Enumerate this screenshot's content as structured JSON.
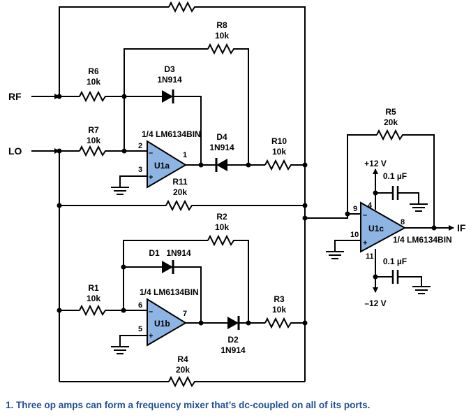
{
  "ports": {
    "rf": "RF",
    "lo": "LO",
    "if": "IF"
  },
  "resistors": {
    "r_top": {
      "name": "",
      "value": ""
    },
    "r8": {
      "name": "R8",
      "value": "10k"
    },
    "r6": {
      "name": "R6",
      "value": "10k"
    },
    "r7": {
      "name": "R7",
      "value": "10k"
    },
    "r10": {
      "name": "R10",
      "value": "10k"
    },
    "r11": {
      "name": "R11",
      "value": "20k"
    },
    "r2": {
      "name": "R2",
      "value": "10k"
    },
    "r1": {
      "name": "R1",
      "value": "10k"
    },
    "r3": {
      "name": "R3",
      "value": "10k"
    },
    "r4": {
      "name": "R4",
      "value": "20k"
    },
    "r5": {
      "name": "R5",
      "value": "20k"
    }
  },
  "diodes": {
    "d3": {
      "name": "D3",
      "part": "1N914"
    },
    "d4": {
      "name": "D4",
      "part": "1N914"
    },
    "d1": {
      "name": "D1",
      "part": "1N914"
    },
    "d2": {
      "name": "D2",
      "part": "1N914"
    }
  },
  "opamps": {
    "u1a": {
      "name": "U1a",
      "part": "1/4 LM6134BIN",
      "pin_inv": "2",
      "pin_noninv": "3",
      "pin_out": "1",
      "sign_inv": "–",
      "sign_noninv": "+"
    },
    "u1b": {
      "name": "U1b",
      "part": "1/4 LM6134BIN",
      "pin_inv": "6",
      "pin_noninv": "5",
      "pin_out": "7",
      "sign_inv": "–",
      "sign_noninv": "+"
    },
    "u1c": {
      "name": "U1c",
      "part": "1/4 LM6134BIN",
      "pin_inv": "9",
      "pin_noninv": "10",
      "pin_out": "8",
      "pin_vplus": "4",
      "pin_vminus": "11",
      "sign_inv": "–",
      "sign_noninv": "+"
    }
  },
  "capacitors": {
    "c_top": {
      "value": "0.1 µF"
    },
    "c_bot": {
      "value": "0.1 µF"
    }
  },
  "supplies": {
    "vplus": "+12 V",
    "vminus": "–12 V"
  },
  "caption": "1. Three op amps can form a frequency mixer that’s dc-coupled on all of its ports."
}
